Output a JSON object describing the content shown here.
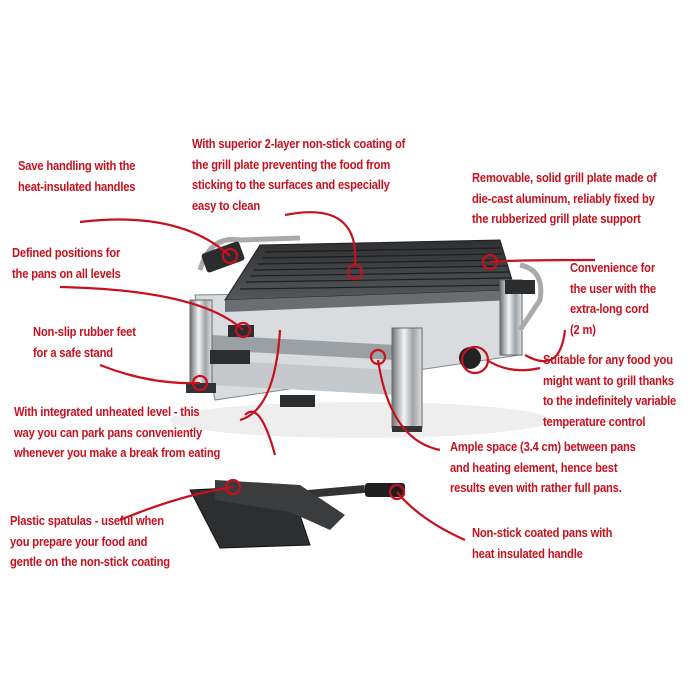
{
  "colors": {
    "callout": "#c8101e",
    "chrome": "#b8bcc0",
    "plate": "#3c3e40"
  },
  "callouts": [
    {
      "id": "handles",
      "text": "Save handling with the\nheat-insulated handles"
    },
    {
      "id": "coating",
      "text": "With superior 2-layer non-stick coating of\nthe grill plate preventing the food from\nsticking to the surfaces and especially\neasy to clean"
    },
    {
      "id": "plate",
      "text": "Removable, solid grill plate made of\ndie-cast aluminum, reliably fixed by\nthe rubberized grill plate support"
    },
    {
      "id": "positions",
      "text": "Defined positions for\nthe pans on all levels"
    },
    {
      "id": "cord",
      "text": "Convenience for\nthe user with the\nextra-long cord\n(2 m)"
    },
    {
      "id": "feet",
      "text": "Non-slip rubber feet\nfor a safe stand"
    },
    {
      "id": "temperature",
      "text": "Suitable for any food you\nmight want to grill thanks\nto the indefinitely variable\ntemperature control"
    },
    {
      "id": "unheated",
      "text": "With integrated unheated level - this\nway you can park pans conveniently\nwhenever you make a break from eating"
    },
    {
      "id": "space",
      "text": "Ample space (3.4 cm) between pans\nand heating element, hence best\nresults even with rather full pans."
    },
    {
      "id": "spatulas",
      "text": "Plastic spatulas - useful when\nyou prepare your food and\ngentle on the non-stick coating"
    },
    {
      "id": "pans",
      "text": "Non-stick coated pans with\nheat insulated handle"
    }
  ]
}
